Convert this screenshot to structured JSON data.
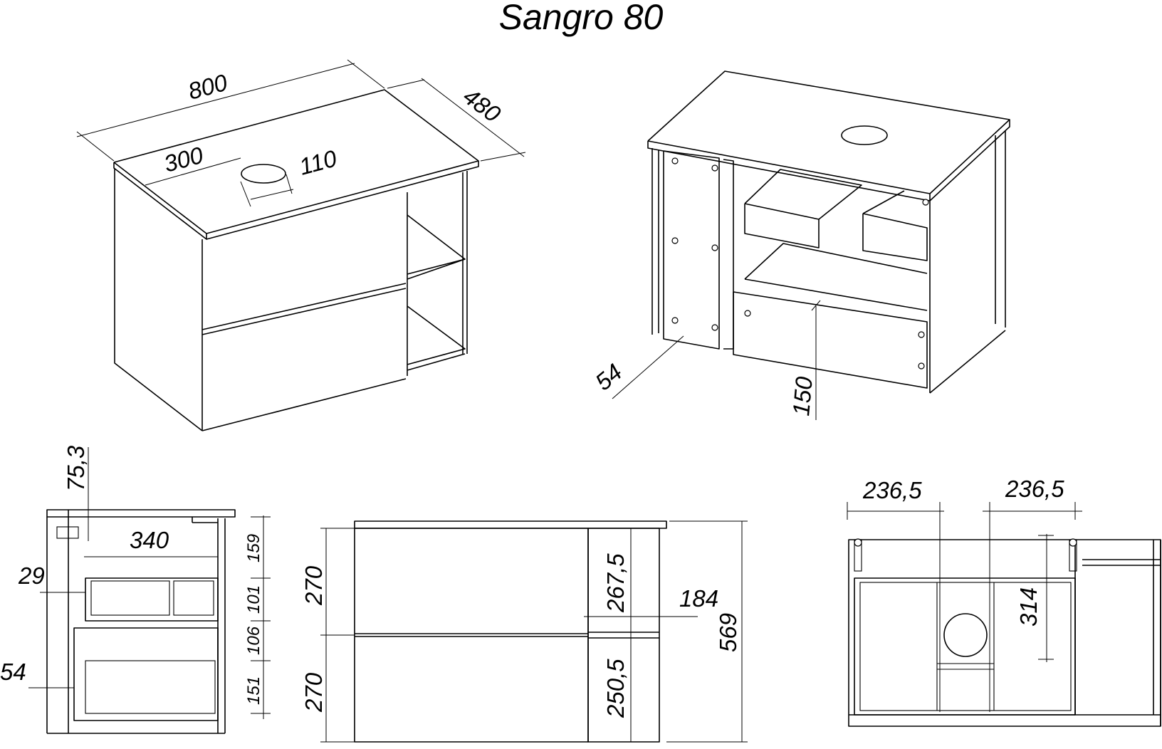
{
  "title": "Sangro 80",
  "dimensions": {
    "width": "800",
    "depth": "480",
    "hole_offset": "300",
    "hole_diameter": "110",
    "side_panel": "54",
    "drawer_height": "150",
    "top_thickness": "75,3",
    "drawer_depth": "340",
    "drawer_gap": "29",
    "left_offset": "54",
    "seg_159": "159",
    "seg_101": "101",
    "seg_106": "106",
    "seg_151": "151",
    "front_upper": "270",
    "front_lower": "270",
    "shelf_upper": "267,5",
    "shelf_lower": "250,5",
    "shelf_width": "184",
    "total_height": "569",
    "mount_left": "236,5",
    "mount_right": "236,5",
    "mount_height": "314"
  }
}
